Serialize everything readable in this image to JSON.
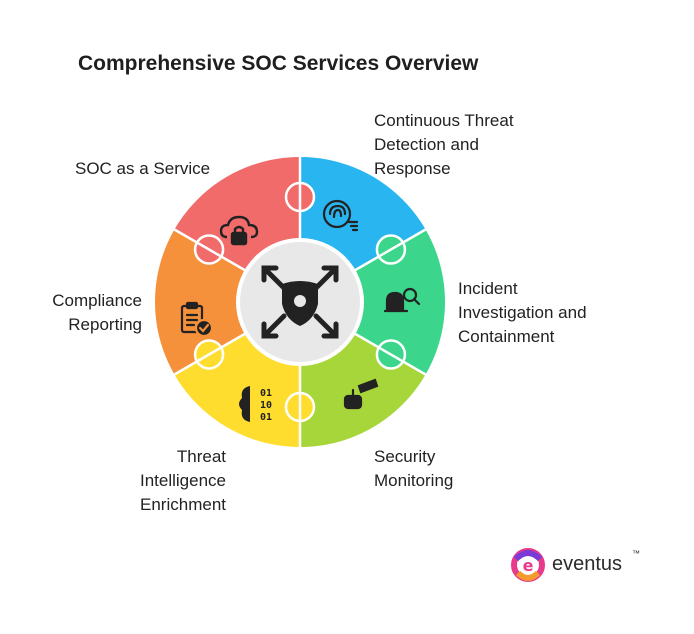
{
  "title": "Comprehensive SOC Services Overview",
  "segments": [
    {
      "lines": [
        "SOC as a Service"
      ],
      "color": "#F26B6B",
      "icon": "cloud-lock-icon"
    },
    {
      "lines": [
        "Continuous Threat",
        "Detection and",
        "Response"
      ],
      "color": "#29B5F0",
      "icon": "fingerprint-scan-icon"
    },
    {
      "lines": [
        "Incident",
        "Investigation and",
        "Containment"
      ],
      "color": "#3BD68C",
      "icon": "investigator-search-icon"
    },
    {
      "lines": [
        "Security",
        "Monitoring"
      ],
      "color": "#A6D63A",
      "icon": "cctv-camera-icon"
    },
    {
      "lines": [
        "Threat",
        "Intelligence",
        "Enrichment"
      ],
      "color": "#FFDD2E",
      "icon": "binary-brain-icon"
    },
    {
      "lines": [
        "Compliance",
        "Reporting"
      ],
      "color": "#F5913A",
      "icon": "clipboard-check-icon"
    }
  ],
  "center": {
    "color": "#E8E8E8",
    "icon": "shield-network-icon"
  },
  "logo": {
    "text": "eventus",
    "tm": "™"
  }
}
